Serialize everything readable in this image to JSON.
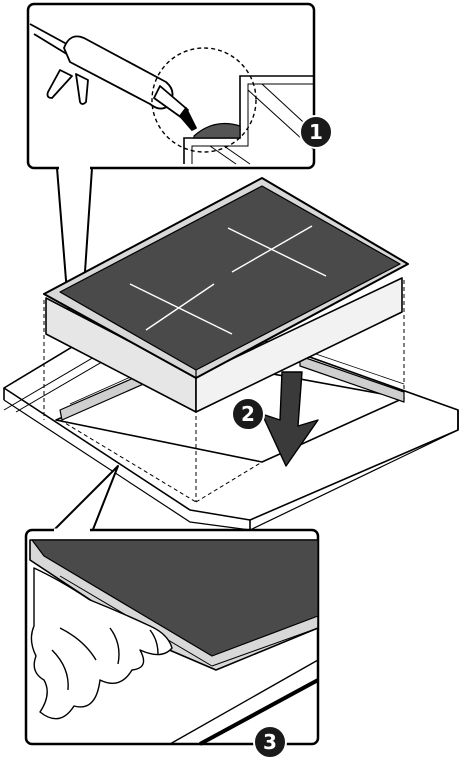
{
  "steps": [
    {
      "number": "1",
      "icon": "sealant-gun-icon"
    },
    {
      "number": "2",
      "icon": "down-arrow-icon"
    },
    {
      "number": "3",
      "icon": "cloth-wipe-icon"
    }
  ],
  "colors": {
    "hob_surface": "#4a4a4a",
    "hob_frame": "#d8d8d8",
    "worktop": "#ffffff",
    "outline": "#000000",
    "badge": "#1a1a1a",
    "arrow": "#3a3a3a",
    "sealant": "#555555"
  }
}
